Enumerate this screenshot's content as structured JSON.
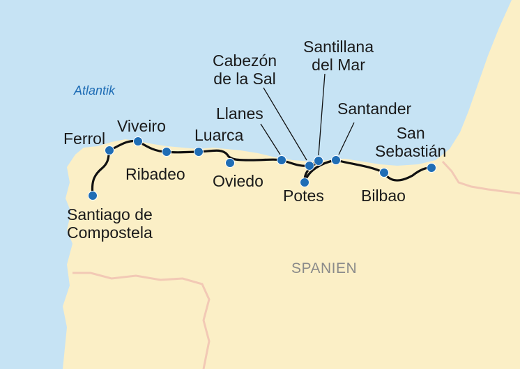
{
  "map": {
    "sea_label": "Atlantik",
    "country_label": "SPANIEN",
    "colors": {
      "sea": "#c6e3f4",
      "land": "#fbefc6",
      "border": "#f2c9b5",
      "route": "#111111",
      "stop": "#1f6db5",
      "sea_text": "#1f6db5",
      "country_text": "#8a8a8a"
    },
    "places": [
      {
        "id": "ferrol",
        "lines": [
          "Ferrol"
        ]
      },
      {
        "id": "viveiro",
        "lines": [
          "Viveiro"
        ]
      },
      {
        "id": "ribadeo",
        "lines": [
          "Ribadeo"
        ]
      },
      {
        "id": "luarca",
        "lines": [
          "Luarca"
        ]
      },
      {
        "id": "oviedo",
        "lines": [
          "Oviedo"
        ]
      },
      {
        "id": "llanes",
        "lines": [
          "Llanes"
        ]
      },
      {
        "id": "cabezon",
        "lines": [
          "Cabezón",
          "de la Sal"
        ]
      },
      {
        "id": "santillana",
        "lines": [
          "Santillana",
          "del Mar"
        ]
      },
      {
        "id": "potes",
        "lines": [
          "Potes"
        ]
      },
      {
        "id": "santander",
        "lines": [
          "Santander"
        ]
      },
      {
        "id": "bilbao",
        "lines": [
          "Bilbao"
        ]
      },
      {
        "id": "sansebastian",
        "lines": [
          "San",
          "Sebastián"
        ]
      },
      {
        "id": "santiago",
        "lines": [
          "Santiago de",
          "Compostela"
        ]
      }
    ]
  }
}
